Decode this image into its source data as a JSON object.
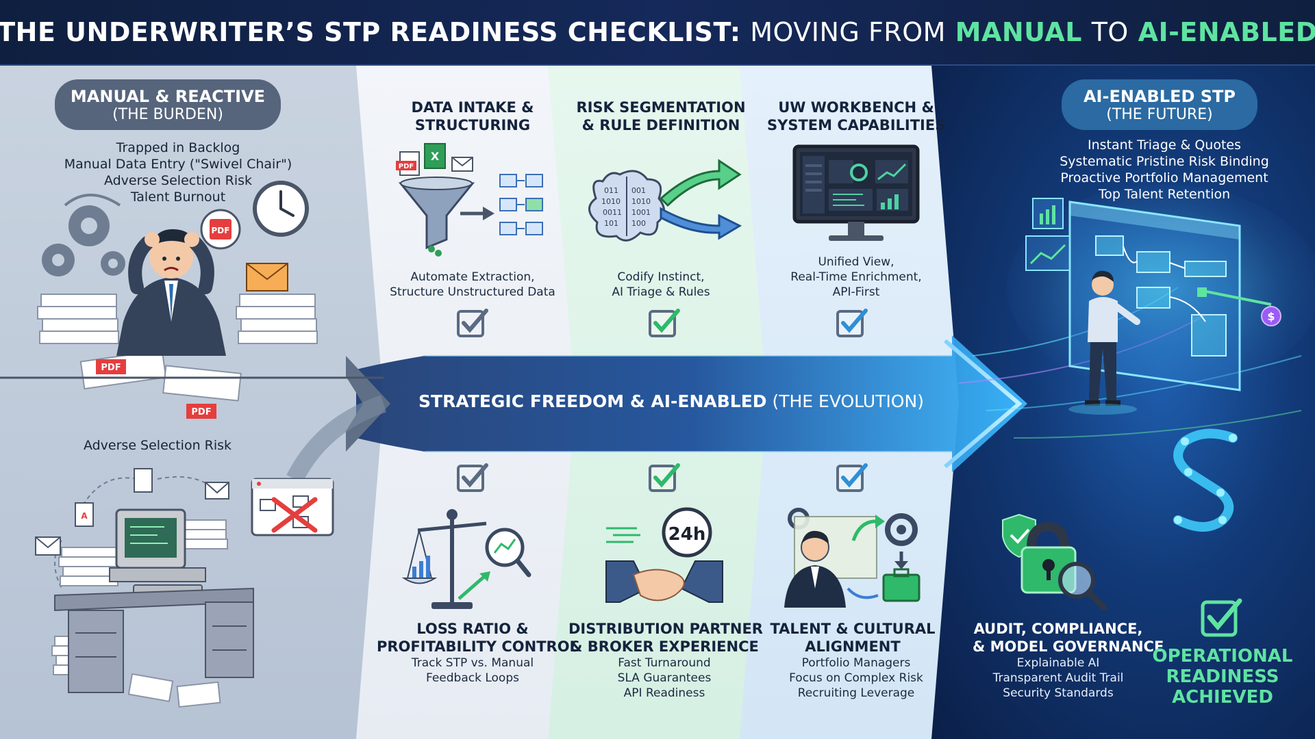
{
  "header": {
    "title_bold": "THE UNDERWRITER’S STP READINESS CHECKLIST:",
    "title_light_1": "MOVING FROM",
    "title_accent_1": "MANUAL",
    "title_light_2": "TO",
    "title_accent_2": "AI-ENABLED"
  },
  "left": {
    "pill_title": "MANUAL & REACTIVE",
    "pill_subtitle": "(THE BURDEN)",
    "items": [
      "Trapped in Backlog",
      "Manual Data Entry (\"Swivel Chair\")",
      "Adverse Selection Risk",
      "Talent Burnout"
    ],
    "lower_label": "Adverse Selection Risk",
    "icon_pdf": "PDF"
  },
  "band": {
    "label_bold": "STRATEGIC FREEDOM & AI-ENABLED",
    "label_light": "(THE EVOLUTION)"
  },
  "steps_top": [
    {
      "title": [
        "DATA INTAKE &",
        "STRUCTURING"
      ],
      "sub": [
        "Automate Extraction,",
        "Structure Unstructured Data"
      ],
      "check_color": "#5a6b82"
    },
    {
      "title": [
        "RISK SEGMENTATION",
        "& RULE DEFINITION"
      ],
      "sub": [
        "Codify Instinct,",
        "AI Triage & Rules"
      ],
      "check_color": "#2fb96b"
    },
    {
      "title": [
        "UW WORKBENCH &",
        "SYSTEM CAPABILITIES"
      ],
      "sub": [
        "Unified View,",
        "Real-Time Enrichment,",
        "API-First"
      ],
      "check_color": "#2f8fd6"
    }
  ],
  "steps_bottom": [
    {
      "title": [
        "LOSS RATIO &",
        "PROFITABILITY CONTROL"
      ],
      "sub": [
        "Track STP vs. Manual",
        "Feedback Loops"
      ],
      "check_color": "#5a6b82"
    },
    {
      "title": [
        "DISTRIBUTION PARTNER",
        "& BROKER EXPERIENCE"
      ],
      "sub": [
        "Fast Turnaround",
        "SLA Guarantees",
        "API Readiness"
      ],
      "check_color": "#2fb96b"
    },
    {
      "title": [
        "TALENT & CULTURAL",
        "ALIGNMENT"
      ],
      "sub": [
        "Portfolio Managers",
        "Focus on Complex Risk",
        "Recruiting Leverage"
      ],
      "check_color": "#2f8fd6"
    }
  ],
  "right": {
    "pill_title": "AI-ENABLED STP",
    "pill_subtitle": "(THE FUTURE)",
    "items": [
      "Instant Triage & Quotes",
      "Systematic Pristine Risk Binding",
      "Proactive Portfolio Management",
      "Top Talent Retention"
    ],
    "audit_title": [
      "AUDIT, COMPLIANCE,",
      "& MODEL GOVERNANCE"
    ],
    "audit_sub": [
      "Explainable AI",
      "Transparent Audit Trail",
      "Security Standards"
    ],
    "ready": [
      "OPERATIONAL",
      "READINESS",
      "ACHIEVED"
    ],
    "timer_label": "24h",
    "dollar": "$"
  },
  "colors": {
    "accent_green": "#5fe3a1",
    "navy": "#0f1f3f",
    "left_bg": "#c2cedc",
    "right_bg": "#123a78"
  }
}
